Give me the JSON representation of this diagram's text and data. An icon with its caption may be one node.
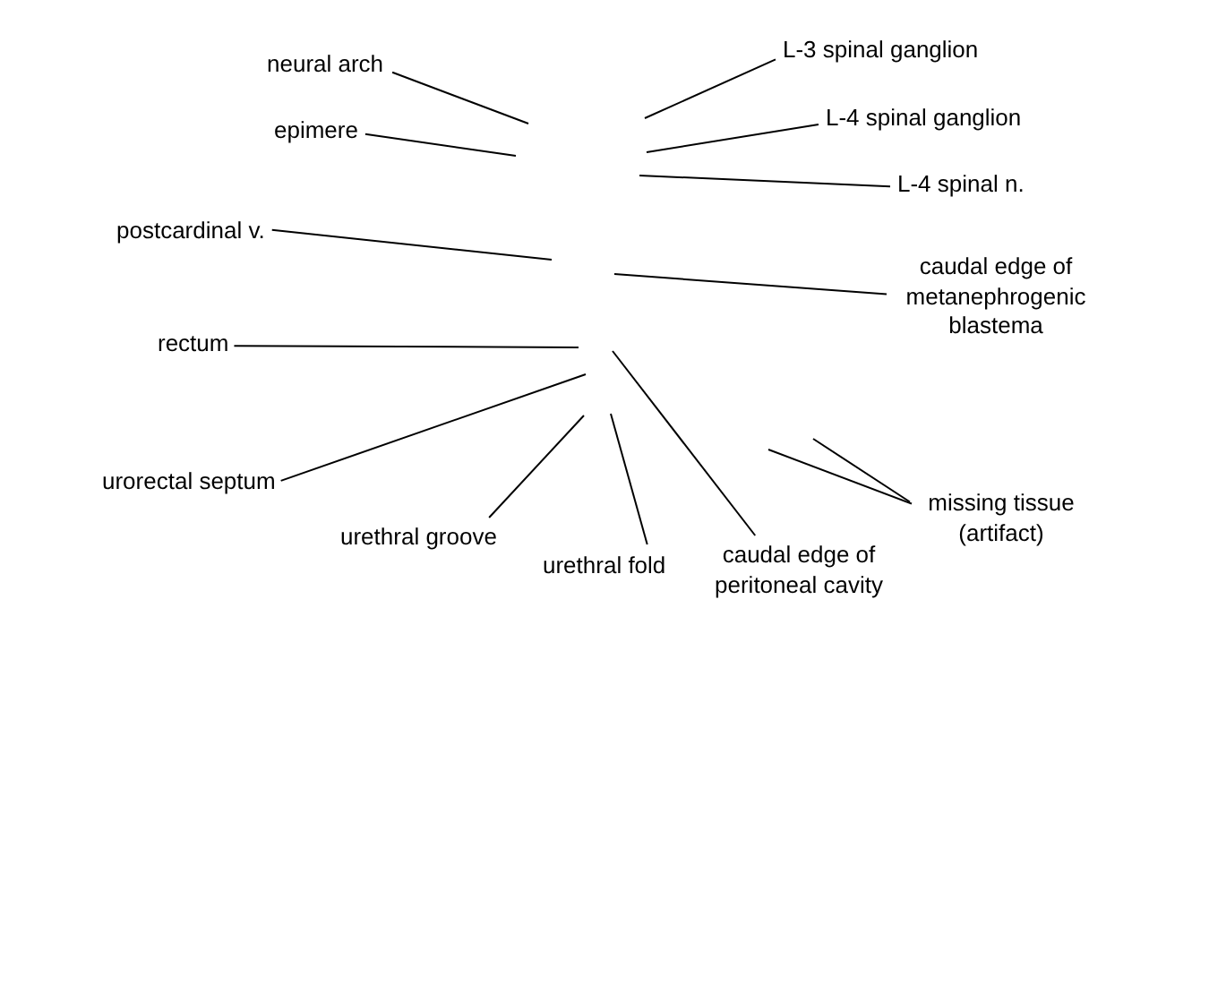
{
  "diagram": {
    "nodes": [
      {
        "text": [
          "neural arch"
        ]
      },
      {
        "text": [
          "L-3 spinal ganglion"
        ]
      },
      {
        "text": [
          "epimere"
        ]
      },
      {
        "text": [
          "L-4 spinal ganglion"
        ]
      },
      {
        "text": [
          "L-4 spinal n."
        ]
      },
      {
        "text": [
          "postcardinal v."
        ]
      },
      {
        "text": [
          "caudal edge of metanephrogenic blastema"
        ]
      },
      {
        "text": [
          "rectum"
        ]
      },
      {
        "text": [
          "urorectal septum"
        ]
      },
      {
        "text": [
          "missing tissue (artifact)"
        ]
      },
      {
        "text": [
          "urethral groove"
        ]
      },
      {
        "text": [
          "urethral fold"
        ]
      },
      {
        "text": [
          "caudal edge of peritoneal cavity"
        ]
      }
    ],
    "edges": [
      {
        "from": 0,
        "to": null,
        "arrow": "none"
      },
      {
        "from": 1,
        "to": null,
        "arrow": "none"
      },
      {
        "from": 2,
        "to": null,
        "arrow": "none"
      },
      {
        "from": 3,
        "to": null,
        "arrow": "none"
      },
      {
        "from": 4,
        "to": null,
        "arrow": "none"
      },
      {
        "from": 5,
        "to": null,
        "arrow": "none"
      },
      {
        "from": 6,
        "to": null,
        "arrow": "none"
      },
      {
        "from": 7,
        "to": null,
        "arrow": "none"
      },
      {
        "from": 8,
        "to": null,
        "arrow": "none"
      },
      {
        "from": 9,
        "to": null,
        "arrow": "none"
      },
      {
        "from": 9,
        "to": null,
        "arrow": "none"
      },
      {
        "from": 10,
        "to": null,
        "arrow": "none"
      },
      {
        "from": 11,
        "to": null,
        "arrow": "none"
      },
      {
        "from": 12,
        "to": null,
        "arrow": "none"
      }
    ]
  }
}
